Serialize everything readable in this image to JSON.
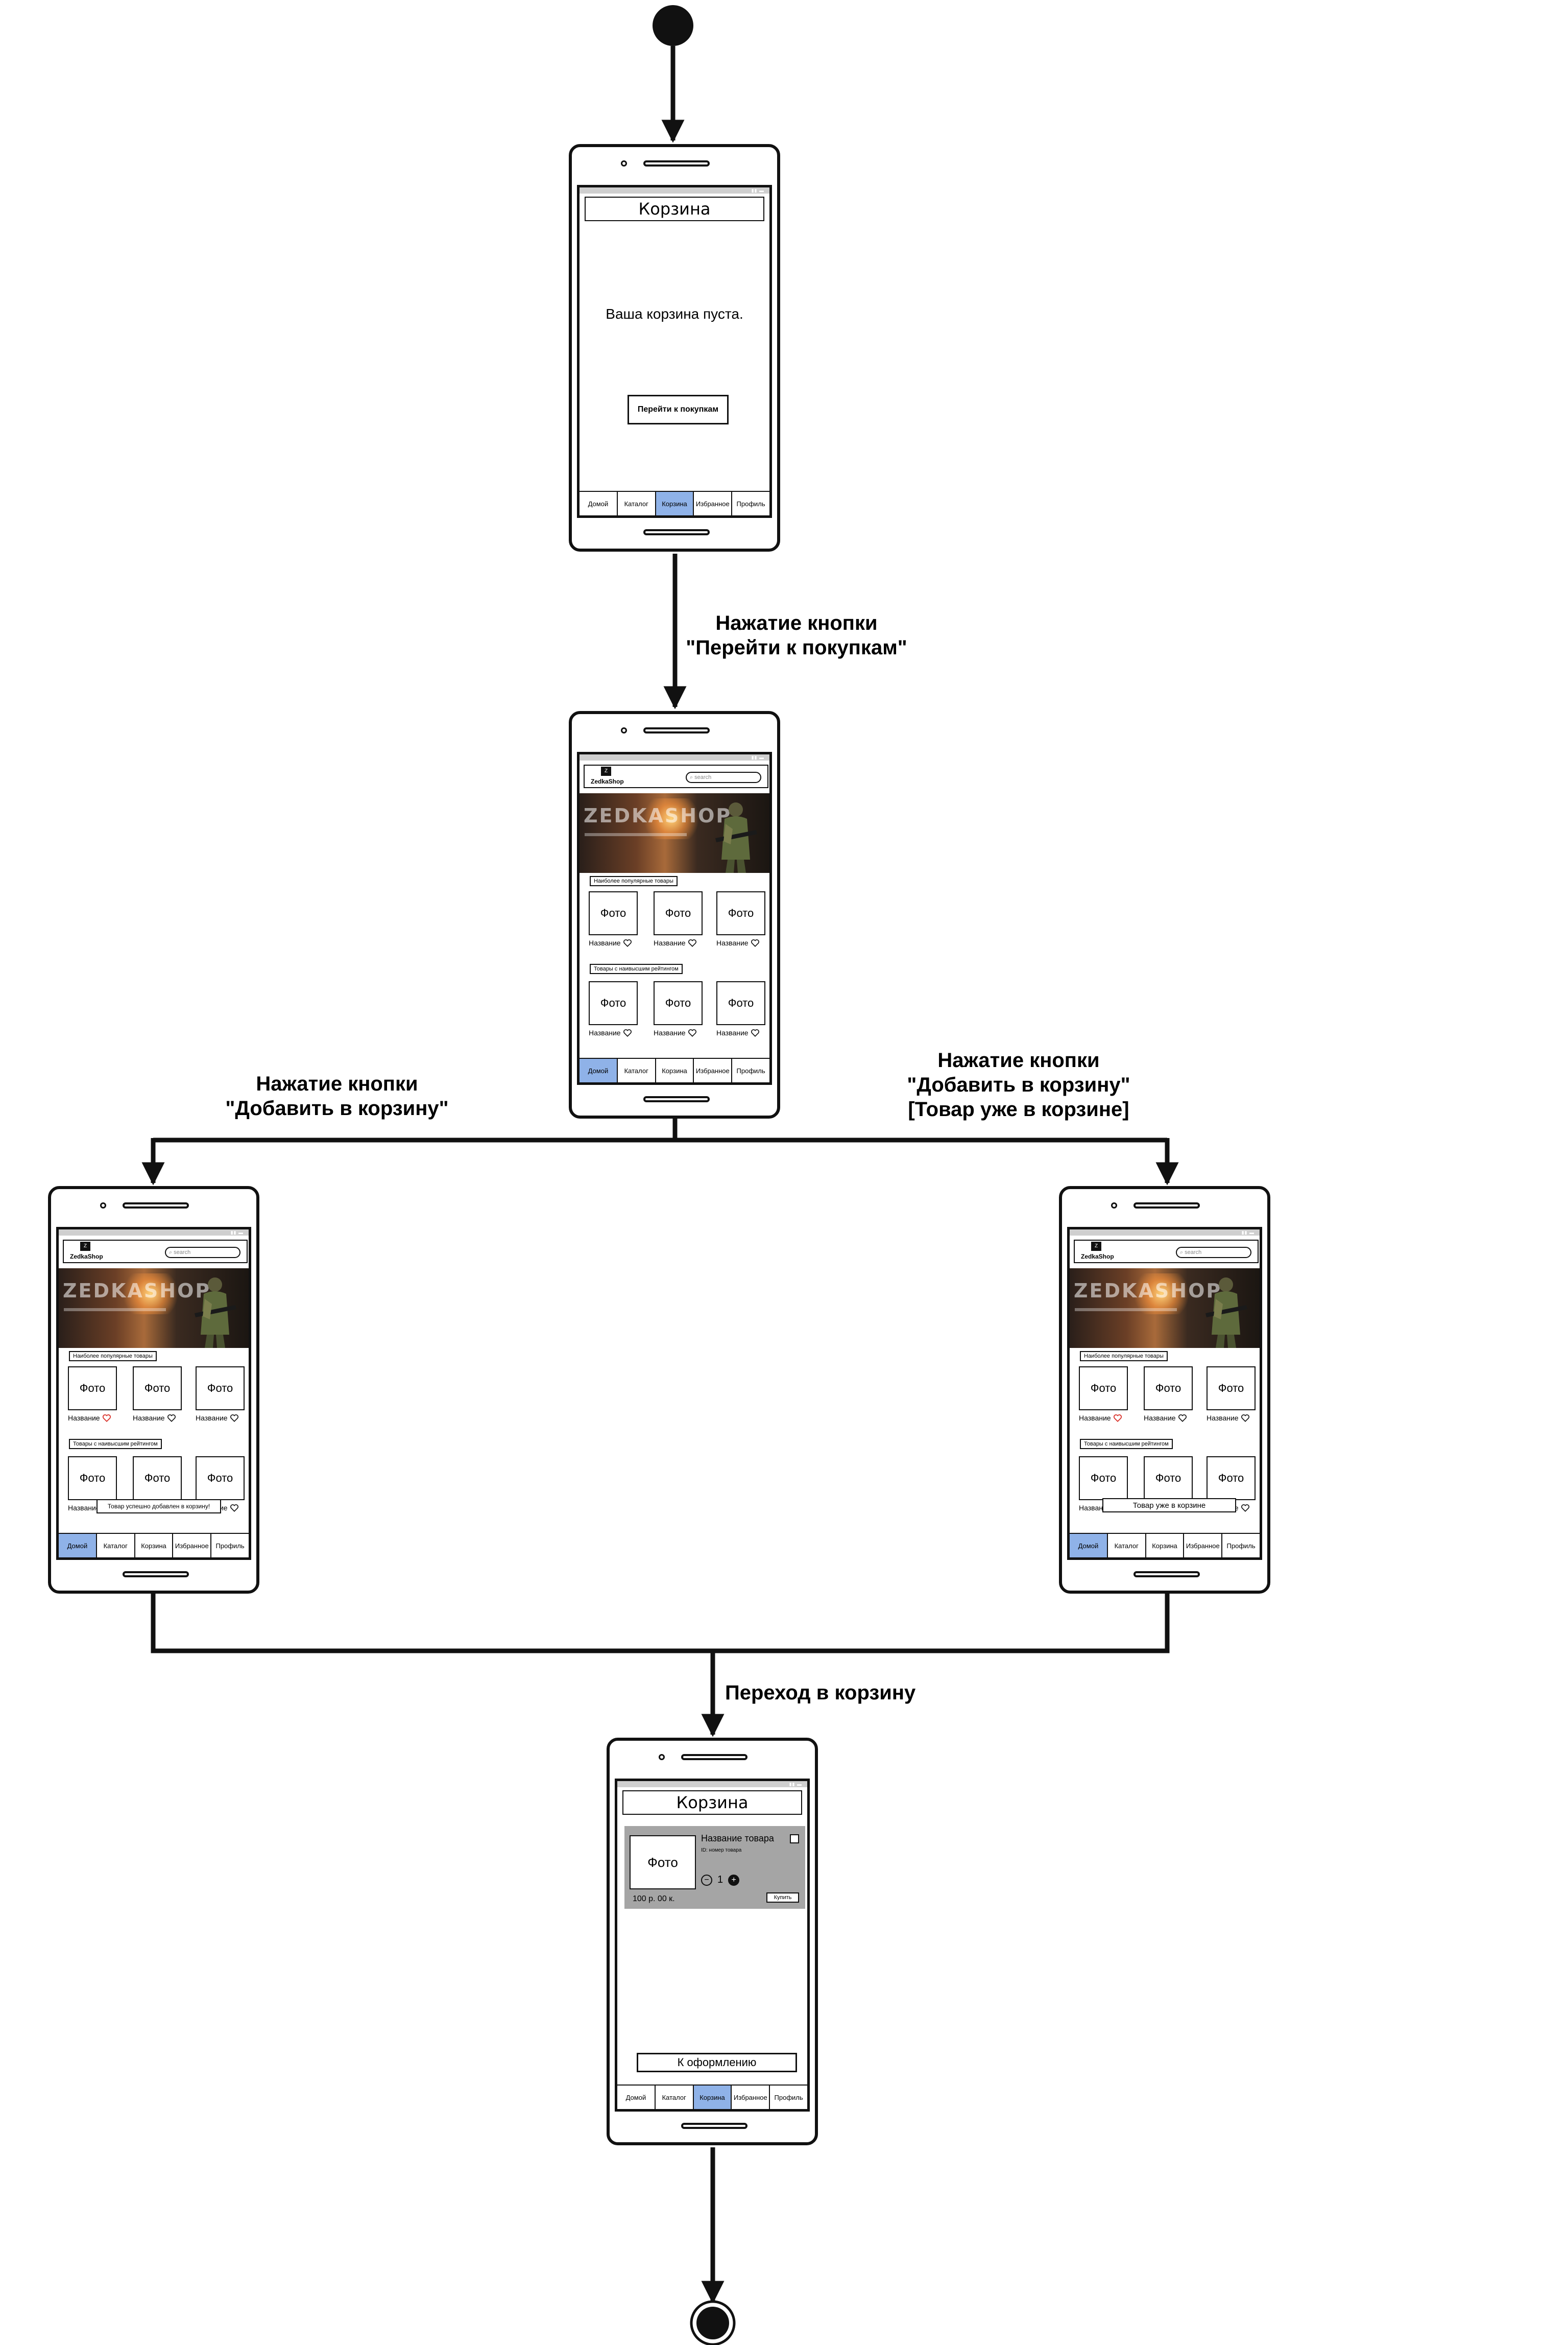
{
  "edges": {
    "to_shopping": [
      "Нажатие кнопки",
      "\"Перейти к покупкам\""
    ],
    "add_to_cart": [
      "Нажатие кнопки",
      "\"Добавить в корзину\""
    ],
    "already_in_cart": [
      "Нажатие кнопки",
      "\"Добавить в корзину\"",
      "[Товар уже в корзине]"
    ],
    "go_to_cart": "Переход в корзину"
  },
  "tabs": [
    "Домой",
    "Каталог",
    "Корзина",
    "Избранное",
    "Профиль"
  ],
  "empty_cart": {
    "title": "Корзина",
    "message": "Ваша корзина пуста.",
    "button": "Перейти к покупкам"
  },
  "home": {
    "brand": "ZedkaShop",
    "search_placeholder": "search",
    "banner_text": "ZEDKASHOP",
    "section_popular": "Наиболее популярные товары",
    "section_rated": "Товары с наивысшим рейтингом",
    "photo": "Фото",
    "item_name": "Название"
  },
  "toast_added": "Товар успешно добавлен в корзину!",
  "toast_exists": "Товар уже в корзине",
  "cart": {
    "title": "Корзина",
    "item_photo": "Фото",
    "item_name": "Название товара",
    "item_id": "ID: номер товара",
    "qty": "1",
    "price": "100 р. 00 к.",
    "buy": "Купить",
    "checkout": "К оформлению"
  },
  "colors": {
    "active_tab": "#8fb2e8",
    "liked_heart": "#d9322b",
    "cart_item_bg": "#a5a5a5"
  }
}
